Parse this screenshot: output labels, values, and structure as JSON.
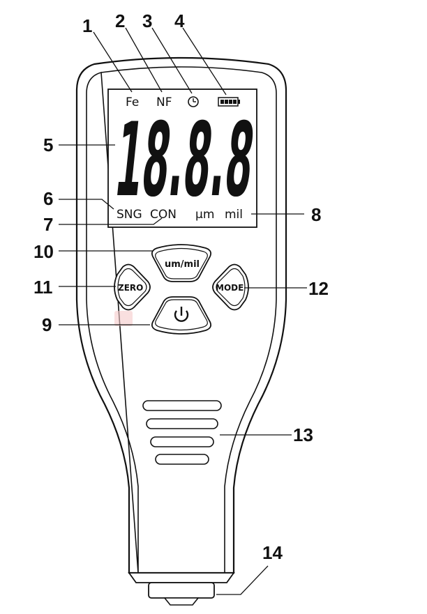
{
  "display": {
    "fe_label": "Fe",
    "nf_label": "NF",
    "reading": "18.8.8",
    "sng_label": "SNG",
    "con_label": "CON",
    "um_label": "µm",
    "mil_label": "mil"
  },
  "buttons": {
    "unit_label": "um/mil",
    "zero_label": "ZERO",
    "mode_label": "MODE"
  },
  "callouts": [
    "1",
    "2",
    "3",
    "4",
    "5",
    "6",
    "7",
    "8",
    "9",
    "10",
    "11",
    "12",
    "13",
    "14"
  ],
  "icons": [
    "clock-icon",
    "battery-icon",
    "power-icon"
  ]
}
